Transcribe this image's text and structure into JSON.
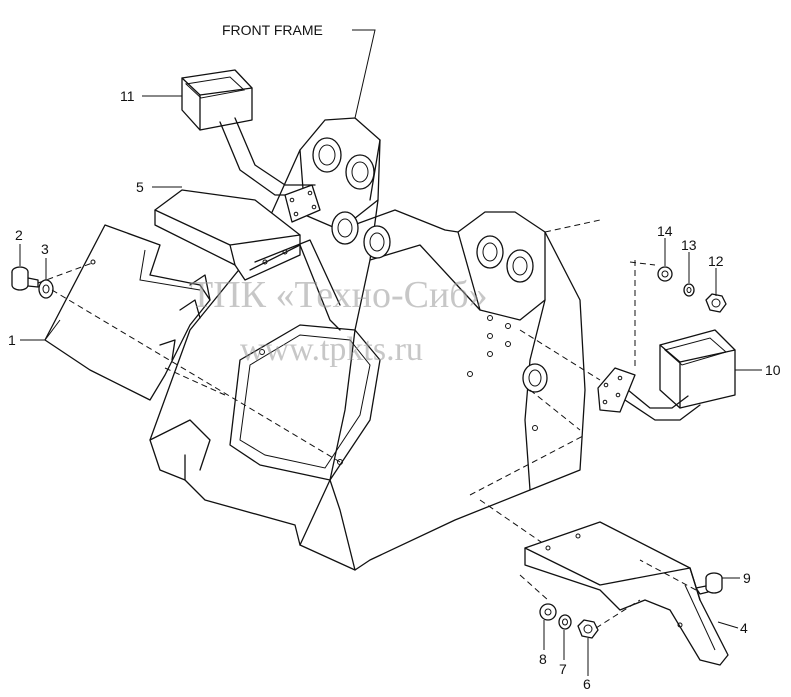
{
  "title": "FRONT FRAME",
  "watermark": {
    "line1": "ТПК «Техно-Сиб»",
    "line2": "www.tpkts.ru"
  },
  "callouts": [
    {
      "id": "1",
      "label": "1"
    },
    {
      "id": "2",
      "label": "2"
    },
    {
      "id": "3",
      "label": "3"
    },
    {
      "id": "4",
      "label": "4"
    },
    {
      "id": "5",
      "label": "5"
    },
    {
      "id": "6",
      "label": "6"
    },
    {
      "id": "7",
      "label": "7"
    },
    {
      "id": "8",
      "label": "8"
    },
    {
      "id": "9",
      "label": "9"
    },
    {
      "id": "10",
      "label": "10"
    },
    {
      "id": "11",
      "label": "11"
    },
    {
      "id": "12",
      "label": "12"
    },
    {
      "id": "13",
      "label": "13"
    },
    {
      "id": "14",
      "label": "14"
    }
  ]
}
